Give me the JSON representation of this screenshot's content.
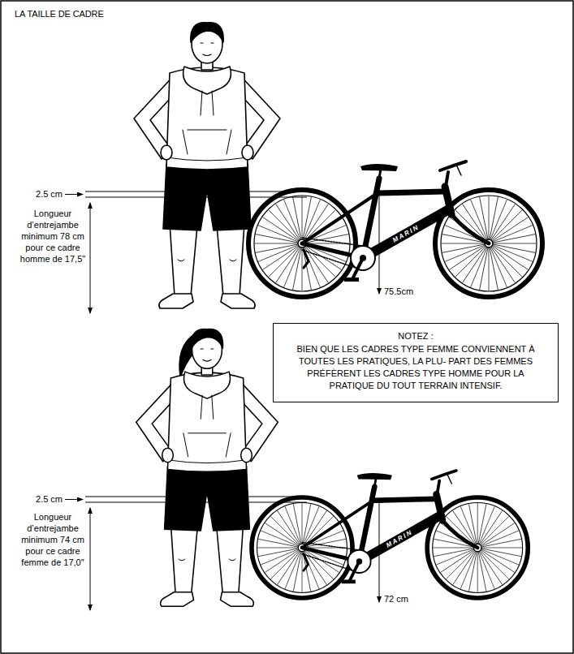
{
  "diagram": {
    "title": "LA TAILLE DE CADRE",
    "nodes": [
      {
        "text": [
          "NOTEZ :",
          "BIEN QUE LES CADRES TYPE FEMME CONVIENNENT À TOUTES LES PRATIQUES, LA PLU- PART DES FEMMES PRÉFÈRENT LES CADRES TYPE HOMME POUR LA PRATIQUE DU TOUT TERRAIN INTENSIF."
        ]
      }
    ],
    "labels": [
      "2.5 cm",
      "Longueur d’entrejambe minimum 78 cm pour ce cadre homme de 17,5\"",
      "75.5cm",
      "MARIN",
      "2.5 cm",
      "Longueur d’entrejambe minimum 74 cm pour ce cadre femme de 17,0″",
      "72 cm",
      "MARIN"
    ]
  }
}
